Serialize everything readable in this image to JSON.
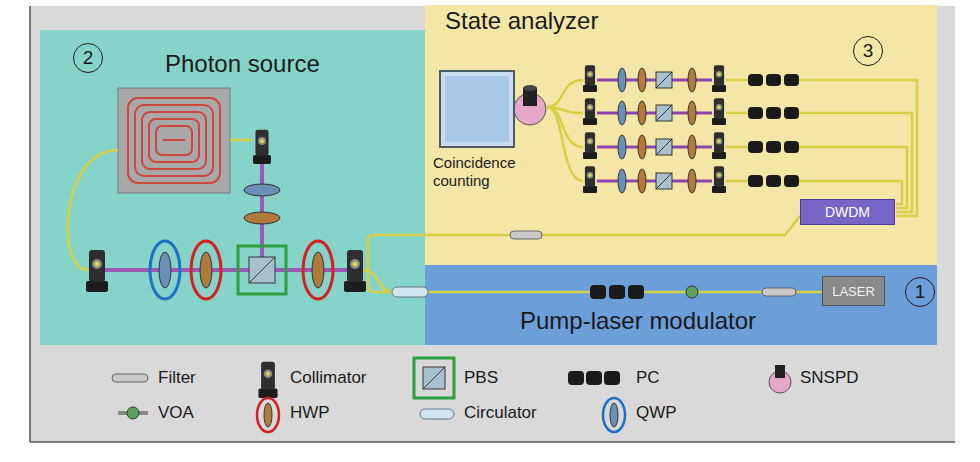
{
  "diagram": {
    "nodes": [
      {
        "text": [
          "Photon source"
        ]
      },
      {
        "text": [
          "State analyzer"
        ]
      },
      {
        "text": [
          "Pump-laser modulator"
        ]
      },
      {
        "text": [
          "Coincidence counting"
        ],
        "in": 1
      },
      {
        "text": [
          "DWDM"
        ],
        "in": 1
      },
      {
        "text": [
          "LASER"
        ],
        "in": 2
      }
    ],
    "labels": [
      "2",
      "3",
      "1"
    ],
    "legend": [
      {
        "text": "Filter"
      },
      {
        "text": "Collimator"
      },
      {
        "text": "PBS"
      },
      {
        "text": "PC"
      },
      {
        "text": "SNSPD"
      },
      {
        "text": "VOA"
      },
      {
        "text": "HWP"
      },
      {
        "text": "Circulator"
      },
      {
        "text": "QWP"
      }
    ]
  }
}
